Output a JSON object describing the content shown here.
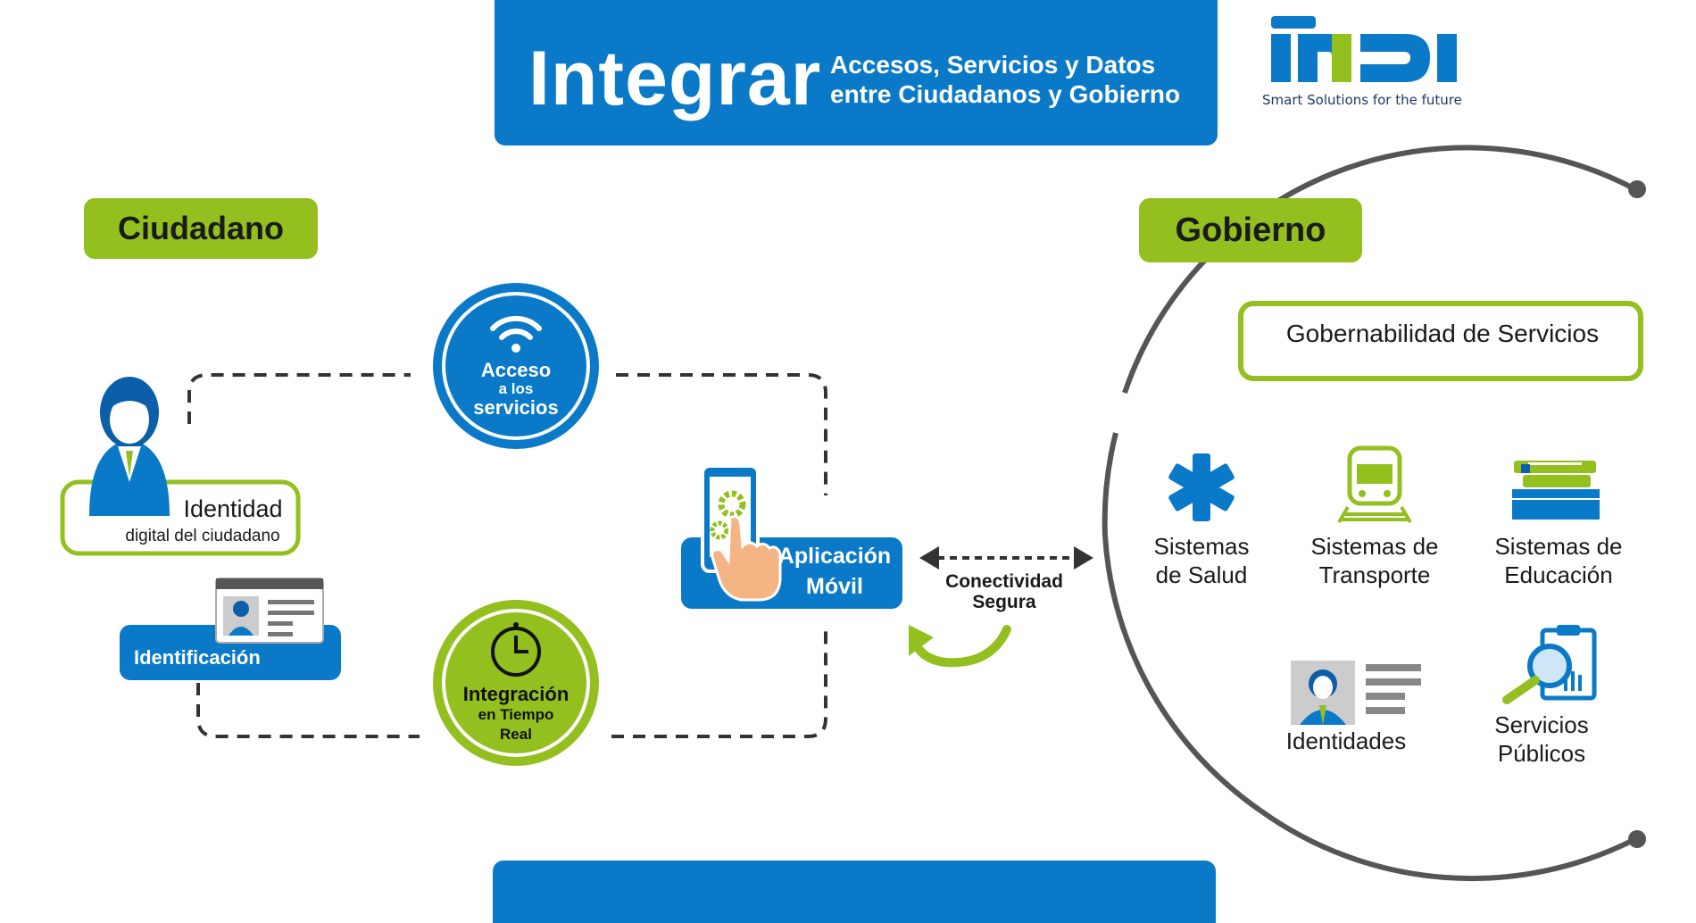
{
  "header": {
    "title": "Integrar",
    "subtitle_line1": "Accesos, Servicios y Datos",
    "subtitle_line2": "entre Ciudadanos y Gobierno"
  },
  "logo": {
    "tagline": "Smart Solutions for the future"
  },
  "ciudadano": {
    "label": "Ciudadano",
    "identity_title": "Identidad",
    "identity_sub": "digital del ciudadano",
    "identification": "Identificación"
  },
  "acceso": {
    "line1": "Acceso",
    "line2": "a los",
    "line3": "servicios"
  },
  "integracion": {
    "line1": "Integración",
    "line2": "en Tiempo",
    "line3": "Real"
  },
  "app": {
    "line1": "Aplicación",
    "line2": "Móvil"
  },
  "conectividad": {
    "line1": "Conectividad",
    "line2": "Segura"
  },
  "gobierno": {
    "label": "Gobierno",
    "governance": "Gobernabilidad de Servicios",
    "salud_1": "Sistemas",
    "salud_2": "de Salud",
    "transporte_1": "Sistemas de",
    "transporte_2": "Transporte",
    "educacion_1": "Sistemas de",
    "educacion_2": "Educación",
    "identidades": "Identidades",
    "publicos_1": "Servicios",
    "publicos_2": "Públicos"
  },
  "colors": {
    "blue": "#0a7ac8",
    "green": "#93c01f",
    "gray": "#5a5a5a"
  }
}
